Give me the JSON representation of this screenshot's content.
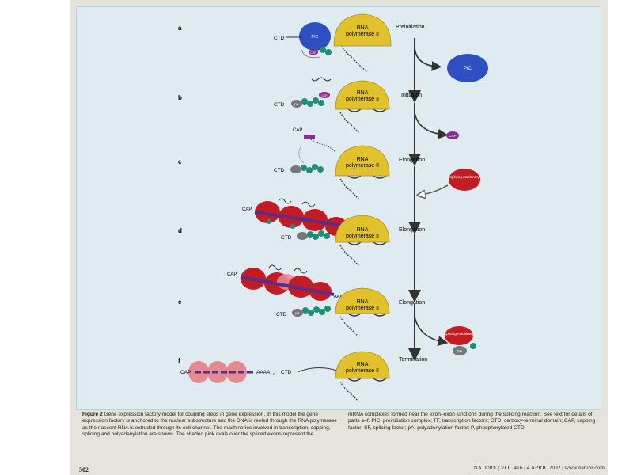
{
  "figure": {
    "panels": [
      {
        "letter": "a",
        "stage": "Preinitiation"
      },
      {
        "letter": "b",
        "stage": "Initiation"
      },
      {
        "letter": "c",
        "stage": "Elongation"
      },
      {
        "letter": "d",
        "stage": "Elongation"
      },
      {
        "letter": "e",
        "stage": "Elongation"
      },
      {
        "letter": "f",
        "stage": "Termination"
      }
    ],
    "polymerase_line1": "RNA",
    "polymerase_line2": "polymerase II",
    "ctd": "CTD",
    "cap": "CAP",
    "pic": "PIC",
    "pa": "pA",
    "splicing_machinery": "Splicing machinery",
    "poly_a": "AAAA",
    "poly_a_sub": "n",
    "pic_release_label": "PIC",
    "cap_release_label": "CAP"
  },
  "caption": {
    "title": "Figure 2",
    "title_text": "Gene expression factory model for coupling steps in gene expression.",
    "left": "In this model the gene expression factory is anchored to the nuclear substructure and the DNA is reeled through the RNA polymerase as the nascent RNA is extruded through its exit channel. The machineries involved in transcription, capping, splicing and polyadenylation are shown. The shaded pink ovals over the spliced exons represent the",
    "right": "mRNA complexes formed near the exon–exon junctions during the splicing reaction. See text for details of parts a–f. PIC, preinitiation complex; TF, transcription factors; CTD, carboxy-terminal domain; CAP, capping factor; SF, splicing factor; pA, polyadenylation factor; P, phosphorylated CTD."
  },
  "footer": {
    "page_number": "502",
    "journal": "NATURE | VOL 416 | 4 APRIL 2002 | www.nature.com"
  },
  "colors": {
    "polymerase": "#e2c22c",
    "pic": "#2d4fc0",
    "splicing": "#c21d24",
    "green_factor": "#1e8f73",
    "cap_factor": "#8a2f8f",
    "stage_arrow": "#555555"
  }
}
